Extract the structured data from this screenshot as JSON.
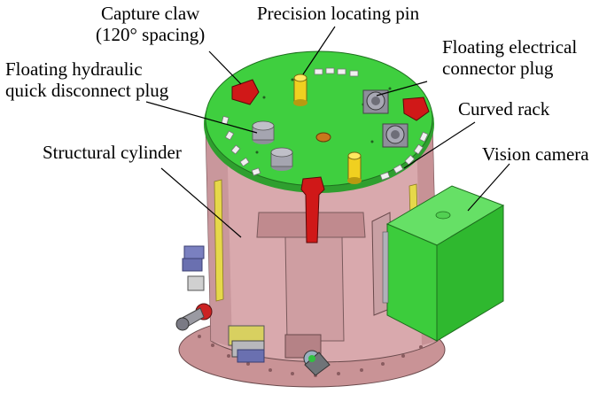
{
  "labels": {
    "capture_claw": {
      "line1": "Capture claw",
      "line2": "(120° spacing)"
    },
    "precision_pin": "Precision locating pin",
    "floating_hydraulic": {
      "line1": "Floating hydraulic",
      "line2": "quick disconnect plug"
    },
    "floating_electrical": {
      "line1": "Floating electrical",
      "line2": "connector plug"
    },
    "curved_rack": "Curved rack",
    "structural_cylinder": "Structural cylinder",
    "vision_camera": "Vision camera"
  },
  "colors": {
    "cylinder_body": "#d9a9ad",
    "top_plate": "#3fcf3f",
    "claw": "#d01818",
    "camera": "#44d044",
    "pin": "#f0d020",
    "rack": "#f0f0f0",
    "connector": "#8e8e9a",
    "side_plate": "#7a80c0"
  }
}
